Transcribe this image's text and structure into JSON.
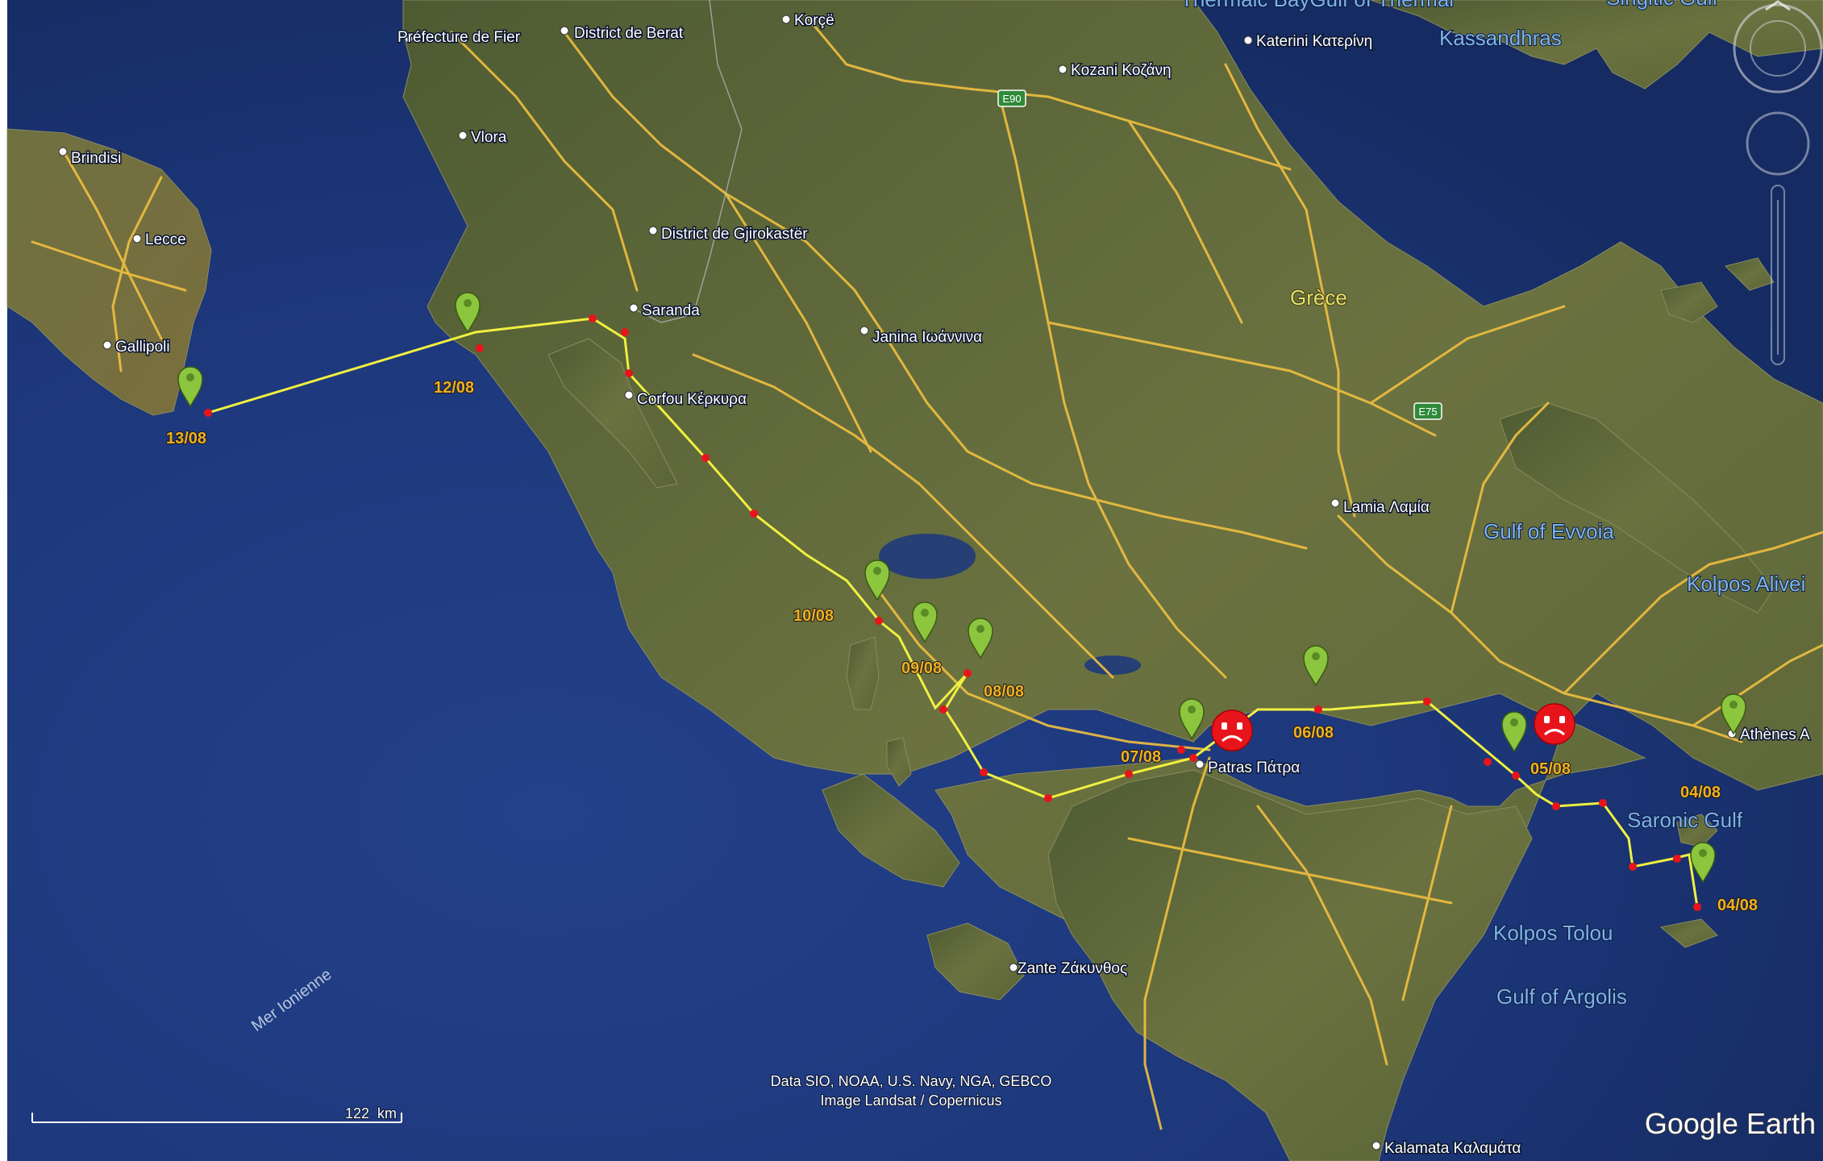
{
  "places": [
    {
      "id": "fier",
      "label": "Préfecture de Fier"
    },
    {
      "id": "berat",
      "label": "District de Berat"
    },
    {
      "id": "korce",
      "label": "Korçë"
    },
    {
      "id": "katerini",
      "label": "Katerini Κατερίνη"
    },
    {
      "id": "kozani",
      "label": "Kozani Κοζάνη"
    },
    {
      "id": "vlora",
      "label": "Vlora"
    },
    {
      "id": "brindisi",
      "label": "Brindisi"
    },
    {
      "id": "lecce",
      "label": "Lecce"
    },
    {
      "id": "gallipoli",
      "label": "Gallipoli"
    },
    {
      "id": "gjirokaster",
      "label": "District de Gjirokastër"
    },
    {
      "id": "saranda",
      "label": "Saranda"
    },
    {
      "id": "ioannina",
      "label": "Janina Ιωάννινα"
    },
    {
      "id": "corfou",
      "label": "Corfou Κέρκυρα"
    },
    {
      "id": "lamia",
      "label": "Lamia Λαμία"
    },
    {
      "id": "patras",
      "label": "Patras Πάτρα"
    },
    {
      "id": "athens",
      "label": "Athènes A"
    },
    {
      "id": "zante",
      "label": "Zante Ζάκυνθος"
    },
    {
      "id": "kalamata",
      "label": "Kalamata Καλαμάτα"
    }
  ],
  "regions": [
    {
      "id": "grece",
      "label": "Grèce"
    }
  ],
  "water": [
    {
      "id": "thermaic",
      "label": "Thermaic BayGulf of Thermai"
    },
    {
      "id": "kassandra",
      "label": "Kassandhras"
    },
    {
      "id": "singitic",
      "label": "Singitic Gulf"
    },
    {
      "id": "evvoia",
      "label": "Gulf of Evvoia"
    },
    {
      "id": "alivei",
      "label": "Kolpos Alivei"
    },
    {
      "id": "saronic",
      "label": "Saronic Gulf"
    },
    {
      "id": "tolou",
      "label": "Kolpos Tolou"
    },
    {
      "id": "argolis",
      "label": "Gulf of Argolis"
    },
    {
      "id": "ionienne",
      "label": "Mer Ionienne"
    }
  ],
  "highways": [
    {
      "id": "e90",
      "label": "E90"
    },
    {
      "id": "e75",
      "label": "E75"
    }
  ],
  "route_markers": [
    {
      "id": "m1308",
      "date": "13/08",
      "status": "ok"
    },
    {
      "id": "m1208",
      "date": "12/08",
      "status": "ok"
    },
    {
      "id": "m1008",
      "date": "10/08",
      "status": "ok"
    },
    {
      "id": "m0908",
      "date": "09/08",
      "status": "ok"
    },
    {
      "id": "m0808",
      "date": "08/08",
      "status": "ok"
    },
    {
      "id": "m0708",
      "date": "07/08",
      "status": "bad"
    },
    {
      "id": "m0608",
      "date": "06/08",
      "status": "ok"
    },
    {
      "id": "m0508",
      "date": "05/08",
      "status": "bad"
    },
    {
      "id": "m0408a",
      "date": "04/08",
      "status": "ok"
    },
    {
      "id": "m0408b",
      "date": "04/08",
      "status": "ok"
    }
  ],
  "attribution": {
    "line1": "Data SIO, NOAA, U.S. Navy, NGA, GEBCO",
    "line2": "Image Landsat / Copernicus"
  },
  "brand": "Google Earth",
  "scale": {
    "value": "122",
    "unit": "km"
  },
  "colors": {
    "sea": "#1f3a7a",
    "land": "#5f6a3a",
    "route": "#f0f040",
    "ok_marker": "#8cc63f",
    "bad_marker": "#e8141c",
    "date_label": "#f2b020",
    "road": "#f0c040"
  }
}
